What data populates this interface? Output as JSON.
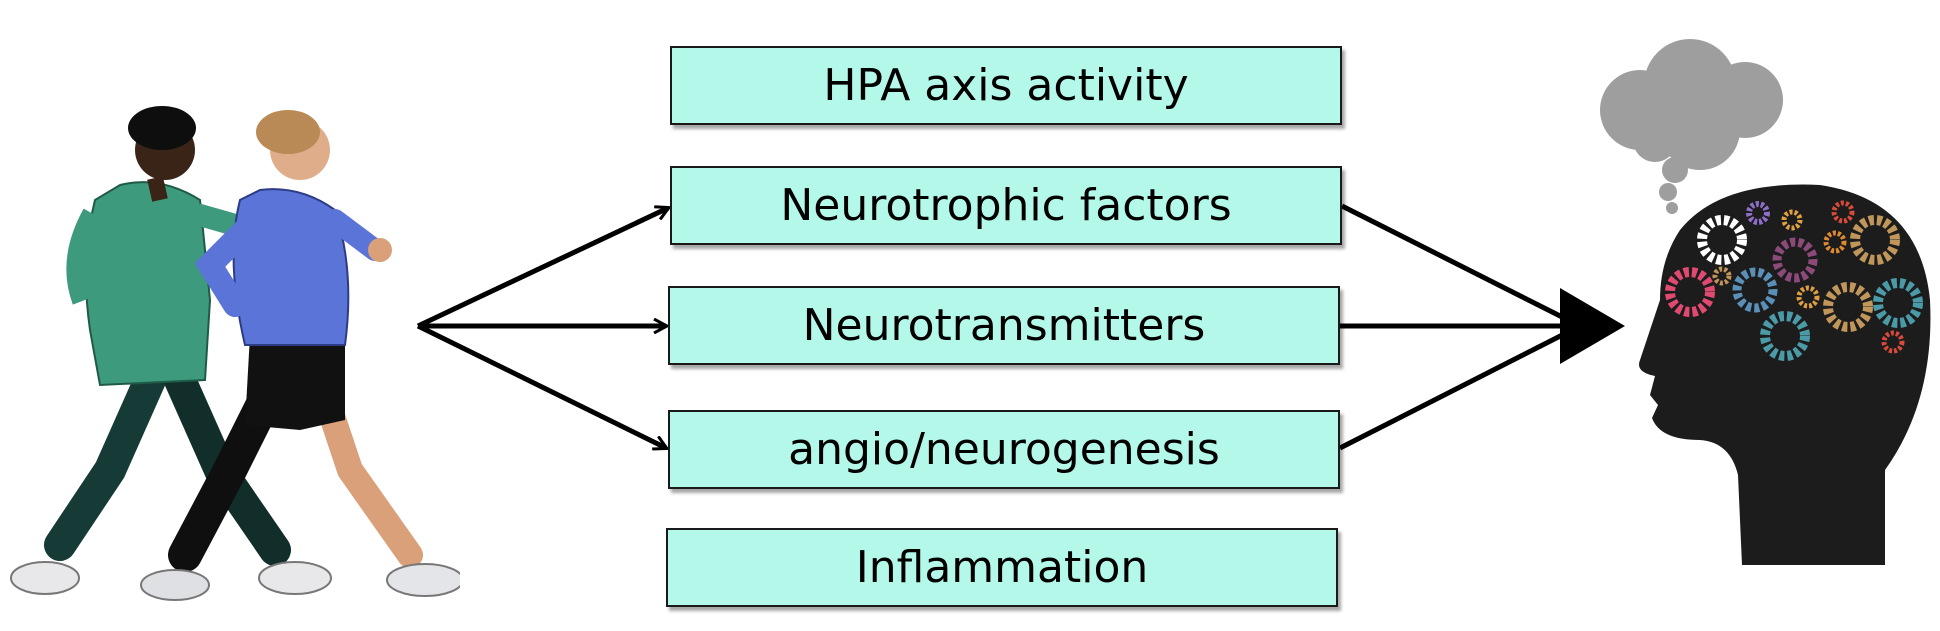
{
  "factors": [
    {
      "label": "HPA axis activity"
    },
    {
      "label": "Neurotrophic factors"
    },
    {
      "label": "Neurotransmitters"
    },
    {
      "label": "angio/neurogenesis"
    },
    {
      "label": "Inflammation"
    }
  ],
  "colors": {
    "box_fill": "#b4f8ea",
    "arrow": "#000000",
    "head": "#1c1c1c",
    "cloud": "#9e9e9e"
  },
  "icons": {
    "left": "walkers-illustration",
    "right": "head-with-gears-icon"
  }
}
